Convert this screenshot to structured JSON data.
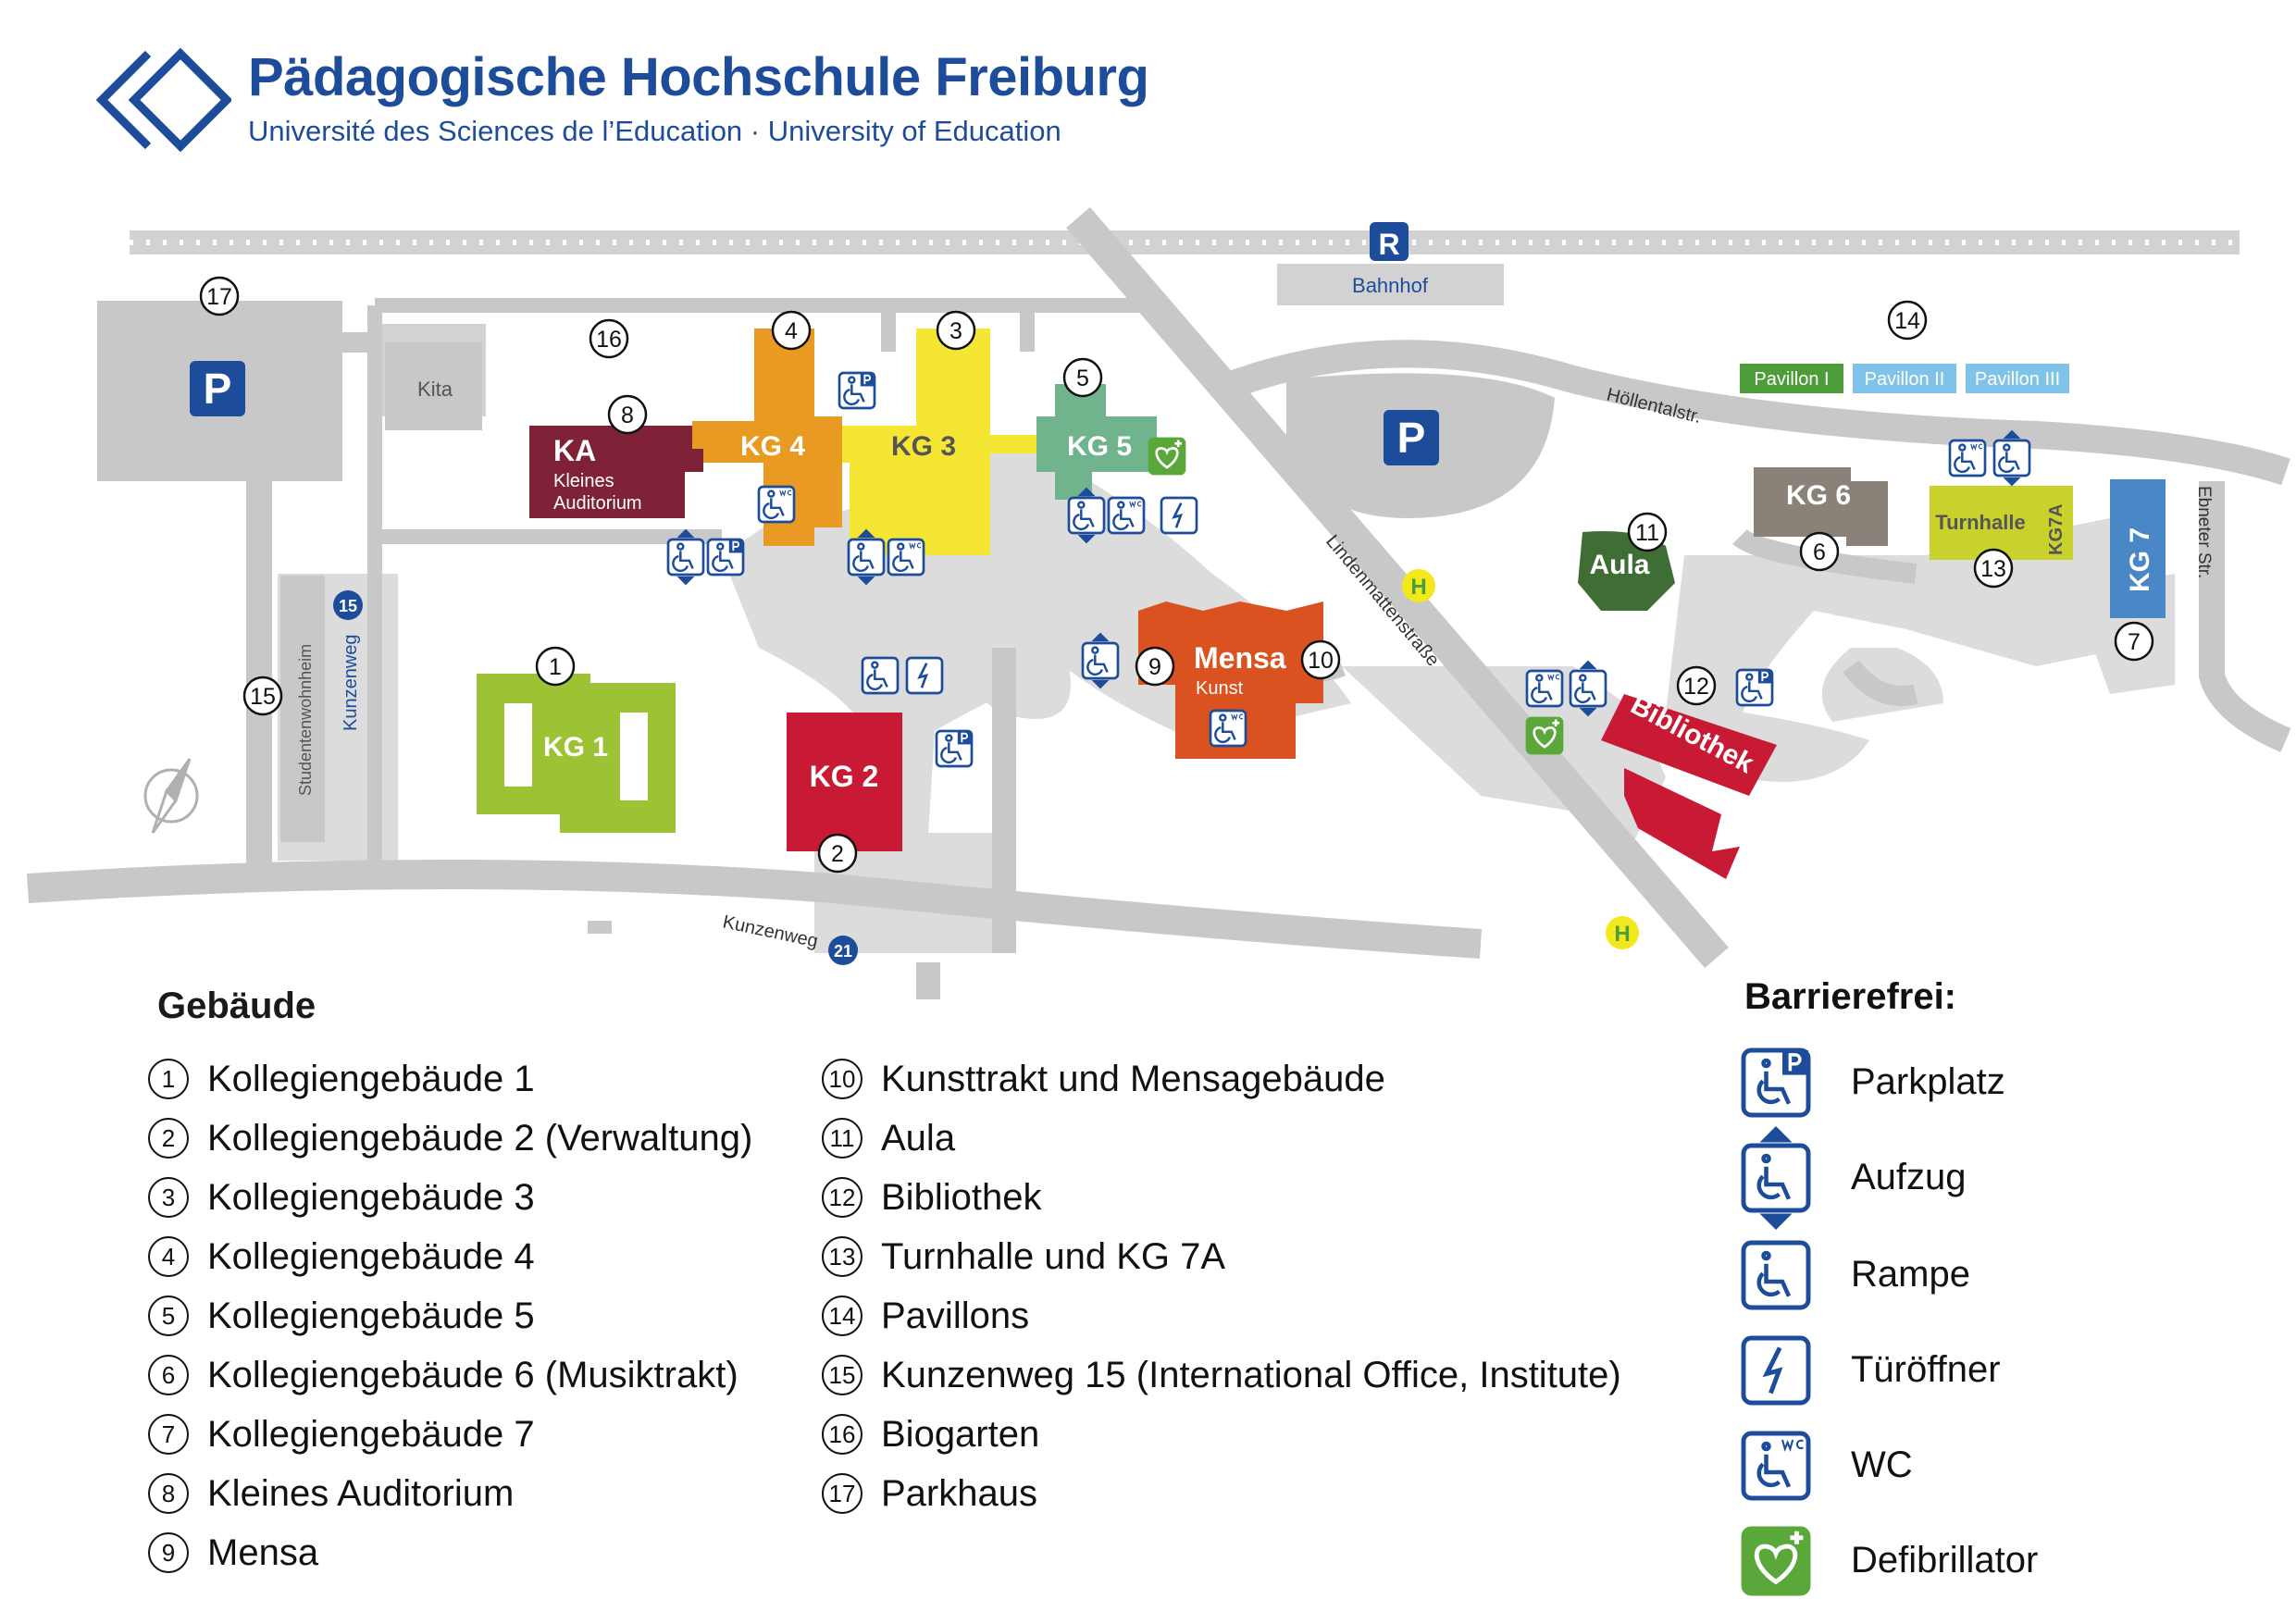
{
  "header": {
    "title": "Pädagogische Hochschule Freiburg",
    "subtitle": "Université des Sciences de l’Education · University of Education"
  },
  "map": {
    "station_symbol": "R",
    "station_label": "Bahnhof",
    "parking_symbol": "P",
    "bus_stop_symbol": "H",
    "kita": "Kita",
    "pavillons": [
      "Pavillon I",
      "Pavillon II",
      "Pavillon III"
    ],
    "streets": {
      "kunzenweg": "Kunzenweg",
      "kunzenweg_vertical": "Kunzenweg",
      "lindenmatten": "Lindenmattenstraße",
      "hoellental": "Höllentalstr.",
      "ebneter": "Ebneter Str.",
      "studentenwohnheim": "Studentenwohnheim"
    },
    "house_numbers": {
      "kunzenweg15": "15",
      "kunzenweg21": "21"
    },
    "buildings": {
      "kg1": "KG 1",
      "kg2": "KG 2",
      "kg3": "KG 3",
      "kg4": "KG 4",
      "kg5": "KG 5",
      "kg6": "KG 6",
      "kg7": "KG 7",
      "kg7a": "KG7A",
      "ka": "KA",
      "ka_sub1": "Kleines",
      "ka_sub2": "Auditorium",
      "mensa": "Mensa",
      "mensa_sub": "Kunst",
      "aula": "Aula",
      "bibliothek": "Bibliothek",
      "turnhalle": "Turnhalle"
    },
    "markers": [
      "1",
      "2",
      "3",
      "4",
      "5",
      "6",
      "7",
      "8",
      "9",
      "10",
      "11",
      "12",
      "13",
      "14",
      "15",
      "16",
      "17"
    ],
    "colors": {
      "road": "#c8c8c8",
      "area": "#dcdcdc",
      "kg1": "#9dc335",
      "kg2": "#c81a34",
      "kg3": "#f5e634",
      "kg4": "#e89a22",
      "kg5": "#6fb48d",
      "kg6": "#8a8279",
      "kg7": "#4a87c6",
      "ka": "#7f2137",
      "mensa": "#d9521f",
      "aula": "#3f6e35",
      "bibliothek": "#c81a34",
      "turnhalle": "#c9d22c",
      "brand_blue": "#1d4c9b"
    }
  },
  "legend": {
    "title": "Gebäude",
    "items": [
      {
        "num": "1",
        "label": "Kollegiengebäude 1"
      },
      {
        "num": "2",
        "label": "Kollegiengebäude 2 (Verwaltung)"
      },
      {
        "num": "3",
        "label": "Kollegiengebäude 3"
      },
      {
        "num": "4",
        "label": "Kollegiengebäude 4"
      },
      {
        "num": "5",
        "label": "Kollegiengebäude 5"
      },
      {
        "num": "6",
        "label": "Kollegiengebäude 6 (Musiktrakt)"
      },
      {
        "num": "7",
        "label": "Kollegiengebäude 7"
      },
      {
        "num": "8",
        "label": "Kleines Auditorium"
      },
      {
        "num": "9",
        "label": "Mensa"
      },
      {
        "num": "10",
        "label": "Kunsttrakt und Mensagebäude"
      },
      {
        "num": "11",
        "label": "Aula"
      },
      {
        "num": "12",
        "label": "Bibliothek"
      },
      {
        "num": "13",
        "label": "Turnhalle und KG 7A"
      },
      {
        "num": "14",
        "label": "Pavillons"
      },
      {
        "num": "15",
        "label": "Kunzenweg 15 (International Office, Institute)"
      },
      {
        "num": "16",
        "label": "Biogarten"
      },
      {
        "num": "17",
        "label": "Parkhaus"
      }
    ]
  },
  "accessibility": {
    "title": "Barrierefrei:",
    "items": [
      {
        "icon": "wheelchair-parking-icon",
        "label": "Parkplatz"
      },
      {
        "icon": "elevator-icon",
        "label": "Aufzug"
      },
      {
        "icon": "ramp-icon",
        "label": "Rampe"
      },
      {
        "icon": "door-opener-icon",
        "label": "Türöffner"
      },
      {
        "icon": "accessible-wc-icon",
        "label": "WC"
      },
      {
        "icon": "defibrillator-icon",
        "label": "Defibrillator"
      }
    ]
  }
}
